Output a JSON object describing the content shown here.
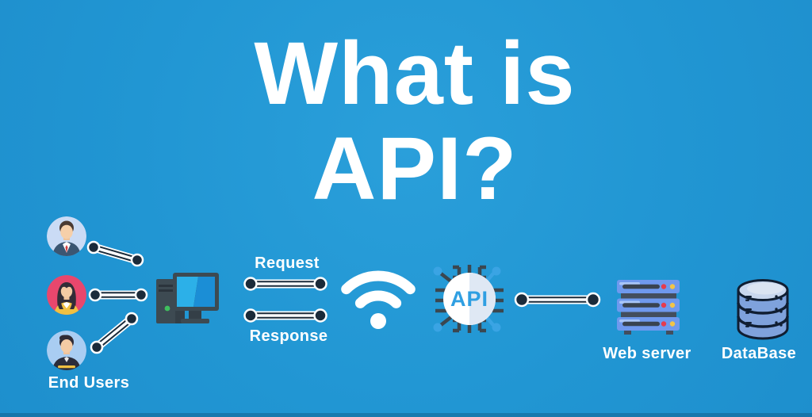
{
  "title": {
    "line1": "What is",
    "line2": "API?"
  },
  "flow": {
    "end_users_label": "End Users",
    "request_label": "Request",
    "response_label": "Response",
    "api_chip_label": "API",
    "web_server_label": "Web server",
    "database_label": "DataBase"
  },
  "icons": {
    "users": [
      "businessman-avatar-icon",
      "businesswoman-avatar-icon",
      "young-man-avatar-icon"
    ],
    "client": "desktop-computer-icon",
    "network": "wifi-icon",
    "api": "api-chip-icon",
    "server": "web-server-icon",
    "storage": "database-icon"
  },
  "palette": {
    "background": "#2196d3",
    "text_light": "#ffffff",
    "connector_dark": "#1b2b3a",
    "device_slate": "#3d4a52",
    "screen_blue_light": "#2cb0e8",
    "screen_blue_dark": "#1b8ed6",
    "server_blue": "#6f99ee",
    "database_blue": "#7fa2dc",
    "api_text_blue": "#2f9fe2",
    "accent_red": "#e63c4e",
    "accent_yellow": "#f2c547",
    "avatar_bg_blue": "#cadbf5",
    "avatar_bg_red": "#e8476d"
  }
}
